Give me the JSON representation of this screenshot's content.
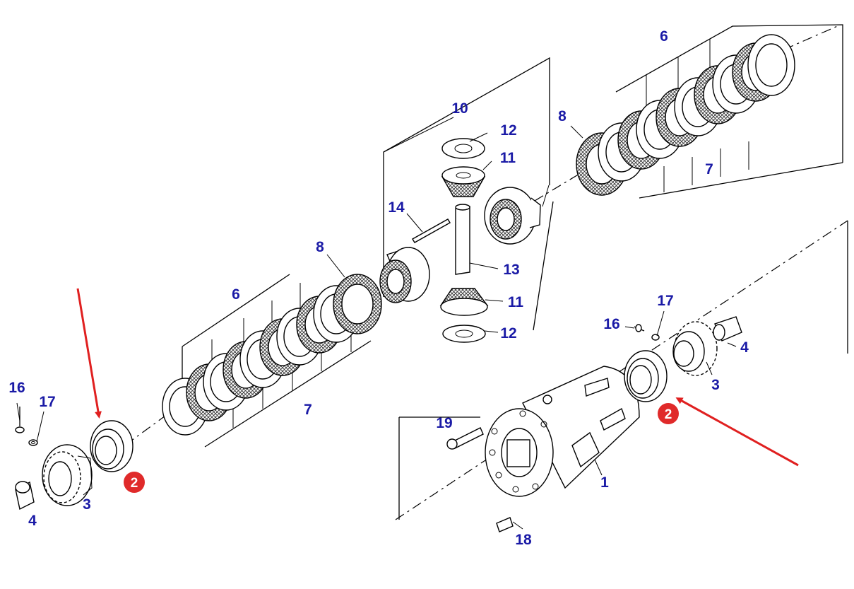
{
  "colors": {
    "label": "#1a1aa6",
    "line": "#000000",
    "arrow": "#e02020",
    "badge": "#e02a2a",
    "badge_text": "#ffffff",
    "hatch": "#333333",
    "part_fill": "#ffffff"
  },
  "callouts": {
    "l1": "1",
    "l2_left": "2",
    "l2_right": "2",
    "l3_left": "3",
    "l3_right": "3",
    "l4_left": "4",
    "l4_right": "4",
    "l6_left": "6",
    "l6_right": "6",
    "l7_left": "7",
    "l7_right": "7",
    "l8_left": "8",
    "l8_right": "8",
    "l10": "10",
    "l11_top": "11",
    "l11_bottom": "11",
    "l12_top": "12",
    "l12_bottom": "12",
    "l13": "13",
    "l14": "14",
    "l16_left": "16",
    "l16_right": "16",
    "l17_left": "17",
    "l17_right": "17",
    "l18": "18",
    "l19": "19"
  }
}
